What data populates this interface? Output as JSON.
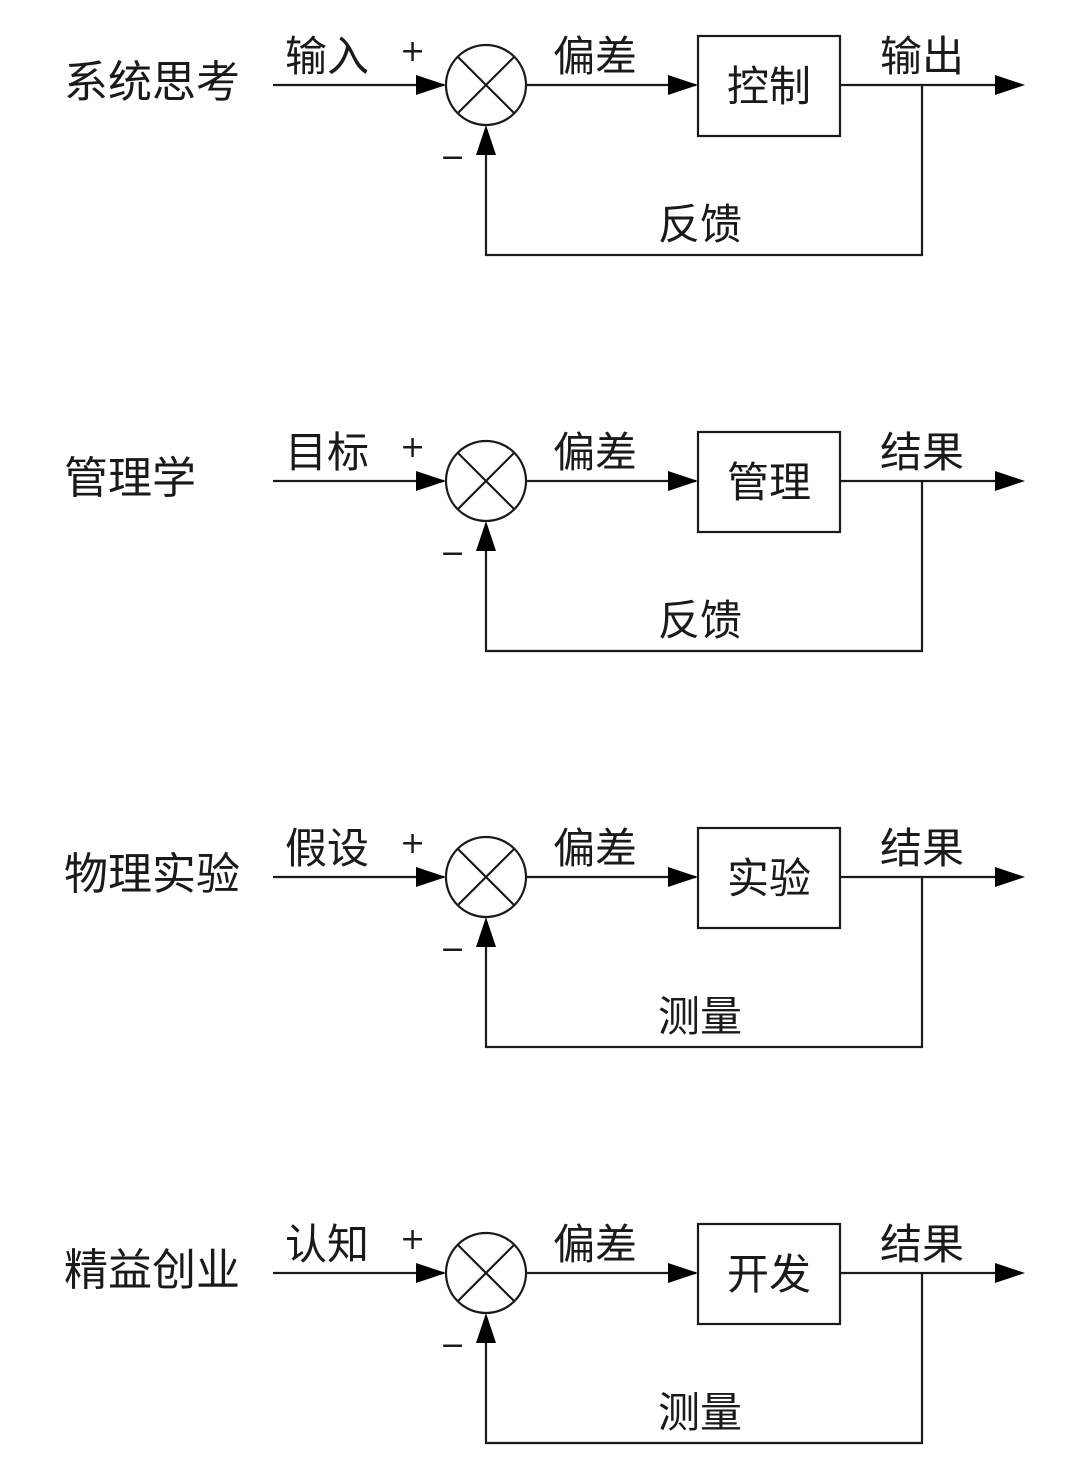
{
  "sign_plus": "+",
  "sign_minus": "−",
  "loops": [
    {
      "title": "系统思考",
      "input": "输入",
      "error": "偏差",
      "block": "控制",
      "output": "输出",
      "feedback": "反馈"
    },
    {
      "title": "管理学",
      "input": "目标",
      "error": "偏差",
      "block": "管理",
      "output": "结果",
      "feedback": "反馈"
    },
    {
      "title": "物理实验",
      "input": "假设",
      "error": "偏差",
      "block": "实验",
      "output": "结果",
      "feedback": "测量"
    },
    {
      "title": "精益创业",
      "input": "认知",
      "error": "偏差",
      "block": "开发",
      "output": "结果",
      "feedback": "测量"
    }
  ]
}
